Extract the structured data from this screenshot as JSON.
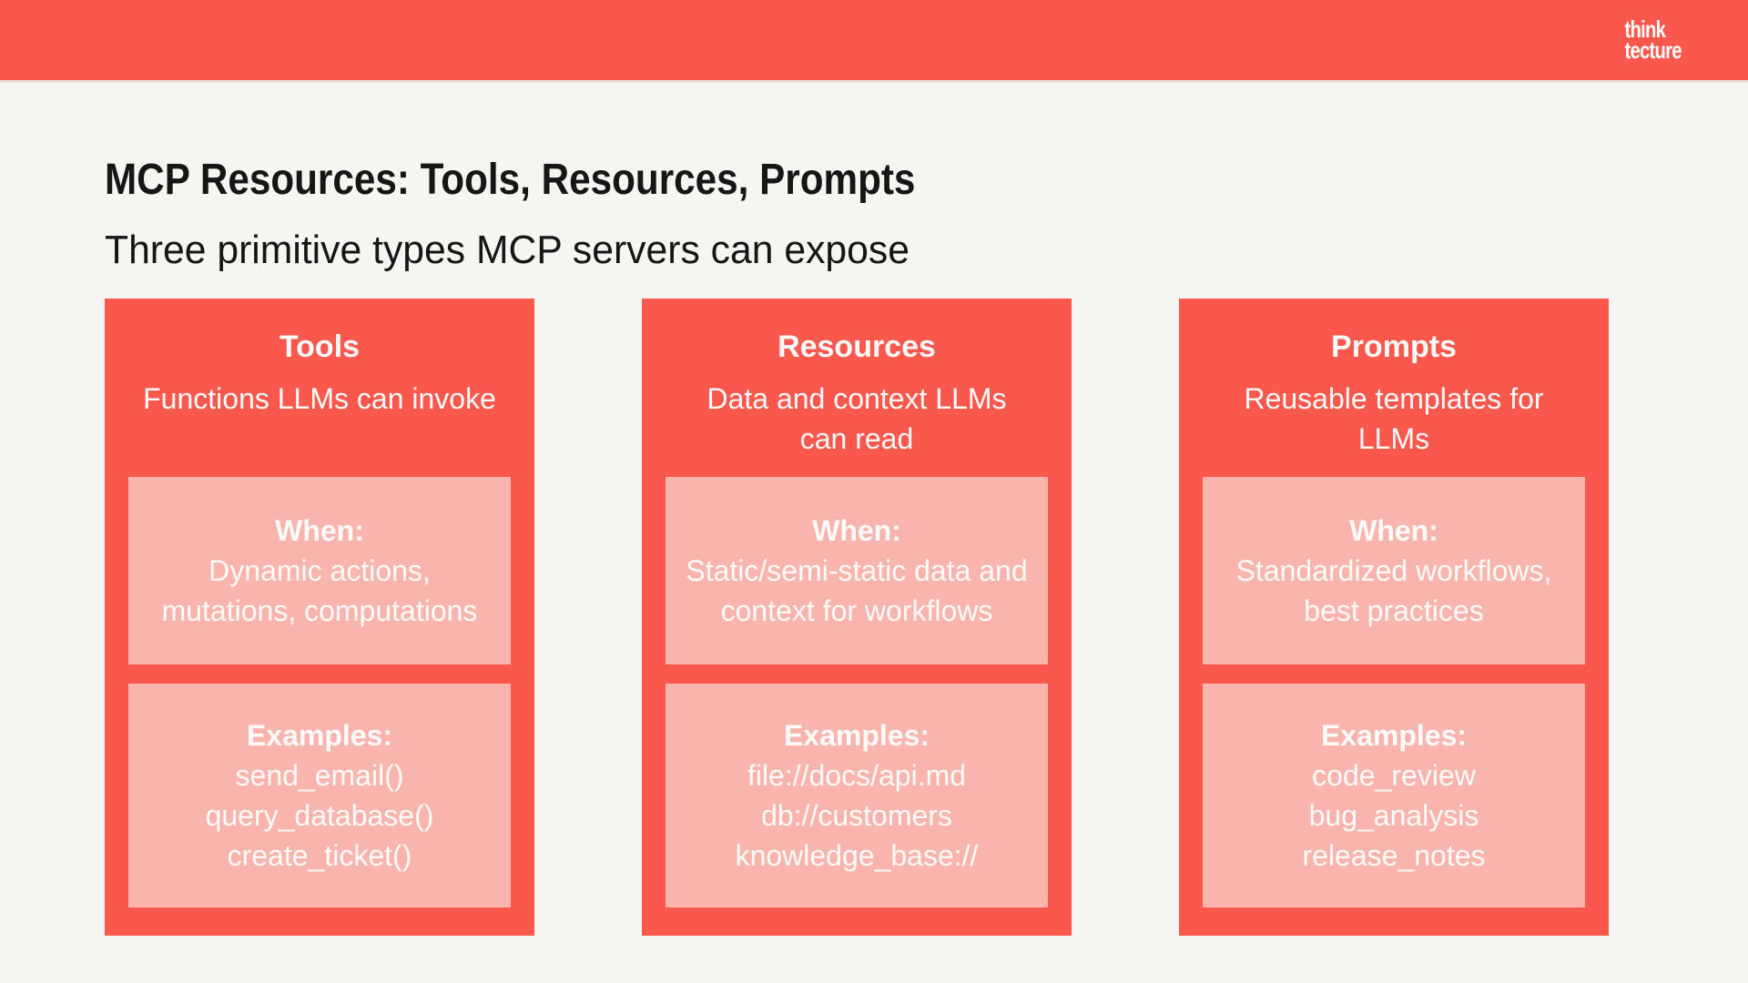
{
  "header": {
    "logo_line1": "think",
    "logo_line2": "tecture"
  },
  "slide": {
    "title": "MCP Resources: Tools, Resources, Prompts",
    "subtitle": "Three primitive types MCP servers can expose"
  },
  "cards": [
    {
      "title": "Tools",
      "desc_lines": [
        "Functions LLMs can invoke"
      ],
      "when_label": "When:",
      "when_lines": [
        "Dynamic actions,",
        "mutations, computations"
      ],
      "examples_label": "Examples:",
      "examples": [
        "send_email()",
        "query_database()",
        "create_ticket()"
      ]
    },
    {
      "title": "Resources",
      "desc_lines": [
        "Data and context LLMs",
        "can read"
      ],
      "when_label": "When:",
      "when_lines": [
        "Static/semi-static data and",
        "context for workflows"
      ],
      "examples_label": "Examples:",
      "examples": [
        "file://docs/api.md",
        "db://customers",
        "knowledge_base://"
      ]
    },
    {
      "title": "Prompts",
      "desc_lines": [
        "Reusable templates for",
        "LLMs"
      ],
      "when_label": "When:",
      "when_lines": [
        "Standardized workflows,",
        "best practices"
      ],
      "examples_label": "Examples:",
      "examples": [
        "code_review",
        "bug_analysis",
        "release_notes"
      ]
    }
  ],
  "colors": {
    "brand_red": "#fa574d",
    "card_red": "#fa574d",
    "light_pink": "#fab4ae",
    "background": "#f6f5f2"
  }
}
